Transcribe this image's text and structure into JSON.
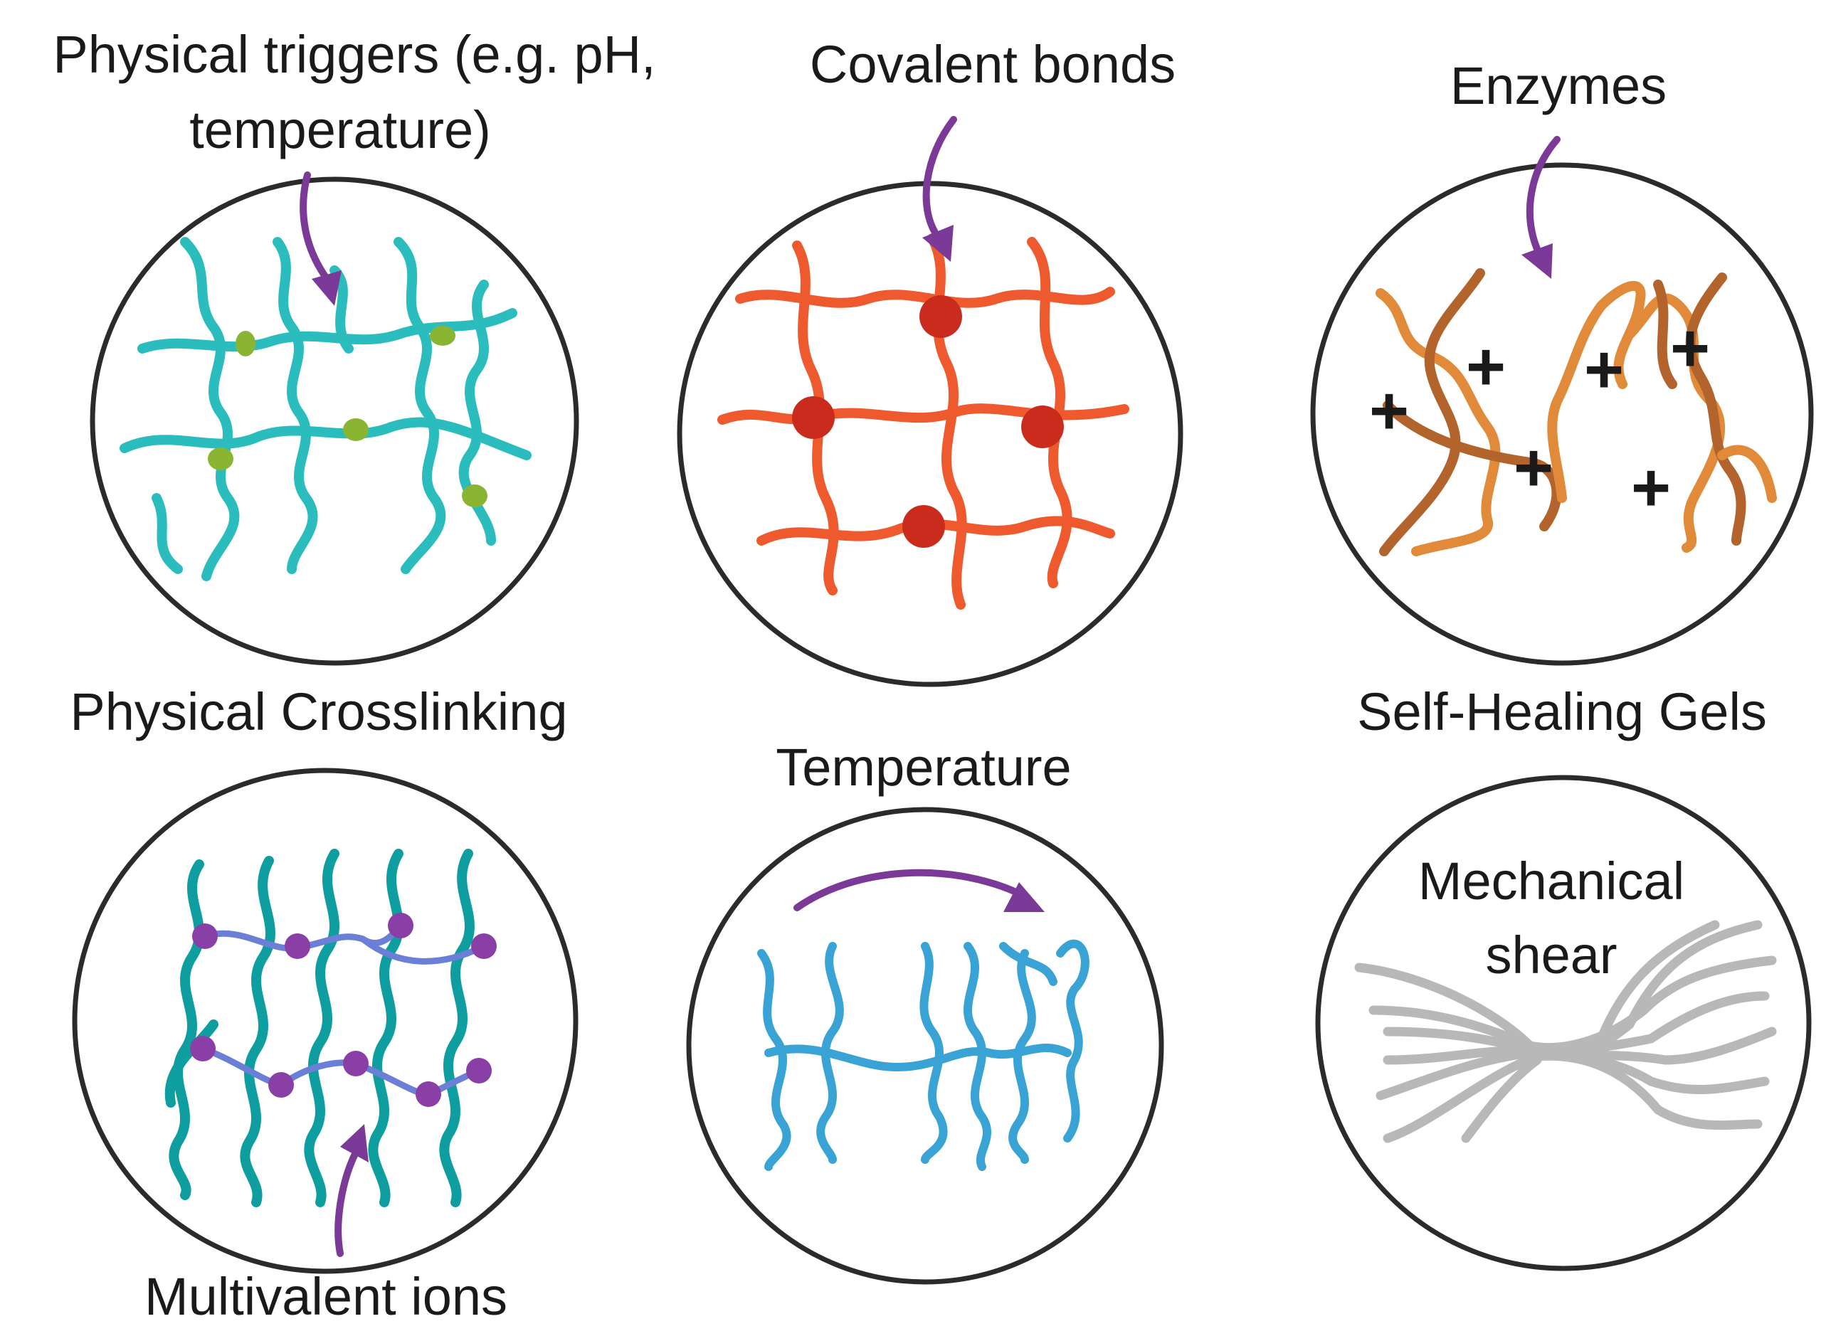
{
  "labels": {
    "physical_triggers_line1": "Physical triggers (e.g. pH,",
    "physical_triggers_line2": "temperature)",
    "covalent_bonds": "Covalent bonds",
    "enzymes": "Enzymes",
    "physical_crosslinking": "Physical Crosslinking",
    "self_healing_gels": "Self-Healing Gels",
    "temperature": "Temperature",
    "mechanical_line1": "Mechanical",
    "mechanical_line2": "shear",
    "multivalent_ions": "Multivalent ions"
  },
  "colors": {
    "circle_stroke": "#2b2b2b",
    "arrow": "#7b3a98",
    "teal_chain": "#2bbdbd",
    "green_node": "#8ab533",
    "red_chain": "#ee5a2e",
    "red_node": "#c92c1c",
    "orange_chain": "#e08a3a",
    "brown_chain": "#b3632c",
    "plus_marker": "#15a0b0",
    "dark_teal_chain": "#0e9ea0",
    "purple_node": "#8a3fa6",
    "blue_link": "#6b7fd6",
    "blue_chain": "#3aa3d6",
    "gray_fiber": "#b8b8b8"
  },
  "icons": {
    "plus": "+"
  }
}
